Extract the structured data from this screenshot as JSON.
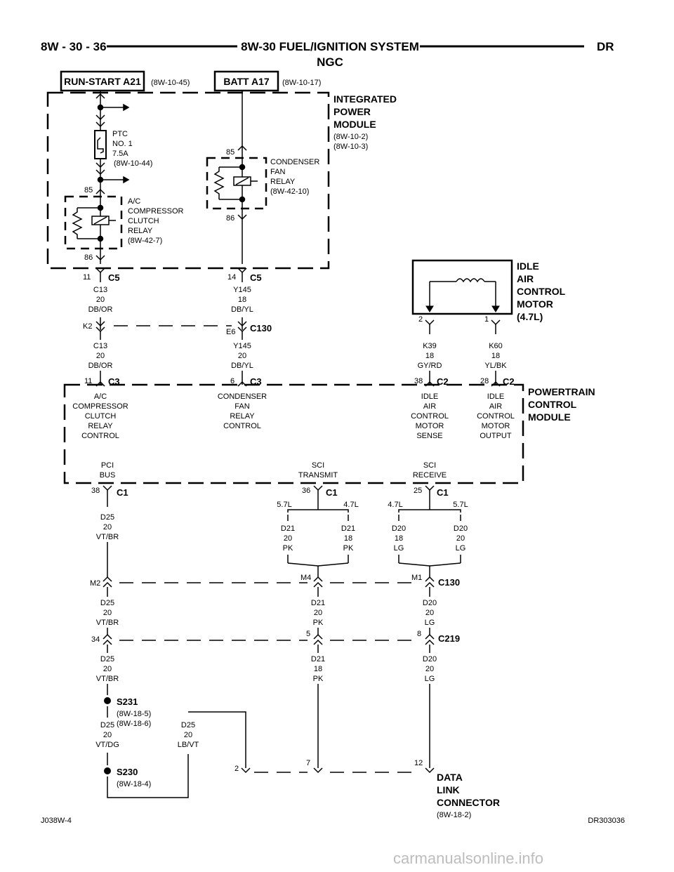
{
  "header": {
    "page": "8W - 30 - 36",
    "title": "8W-30 FUEL/IGNITION SYSTEM",
    "subtitle": "NGC",
    "section": "DR"
  },
  "sources": {
    "run_start": "RUN-START A21",
    "run_start_ref": "(8W-10-45)",
    "batt": "BATT A17",
    "batt_ref": "(8W-10-17)"
  },
  "ipm": {
    "l1": "INTEGRATED",
    "l2": "POWER",
    "l3": "MODULE",
    "ref1": "(8W-10-2)",
    "ref2": "(8W-10-3)"
  },
  "fuse": {
    "l1": "PTC",
    "l2": "NO. 1",
    "l3": "7.5A",
    "ref": "(8W-10-44)"
  },
  "ac_relay": {
    "pin_top": "85",
    "pin_bottom": "86",
    "l1": "A/C",
    "l2": "COMPRESSOR",
    "l3": "CLUTCH",
    "l4": "RELAY",
    "ref": "(8W-42-7)"
  },
  "fan_relay": {
    "pin_top": "85",
    "pin_bottom": "86",
    "l1": "CONDENSER",
    "l2": "FAN",
    "l3": "RELAY",
    "ref": "(8W-42-10)"
  },
  "c5": {
    "pin_a": "11",
    "pin_b": "14",
    "label": "C5"
  },
  "wires": {
    "c13_1": "C13",
    "c13_1g": "20",
    "c13_1c": "DB/OR",
    "y145_1": "Y145",
    "y145_1g": "18",
    "y145_1c": "DB/YL",
    "c13_2": "C13",
    "c13_2g": "20",
    "c13_2c": "DB/OR",
    "y145_2": "Y145",
    "y145_2g": "20",
    "y145_2c": "DB/YL",
    "k39": "K39",
    "k39g": "18",
    "k39c": "GY/RD",
    "k60": "K60",
    "k60g": "18",
    "k60c": "YL/BK",
    "d25_1": "D25",
    "d25_1g": "20",
    "d25_1c": "VT/BR",
    "d21_a": "D21",
    "d21_ag": "20",
    "d21_ac": "PK",
    "d21_b": "D21",
    "d21_bg": "18",
    "d21_bc": "PK",
    "d20_a": "D20",
    "d20_ag": "18",
    "d20_ac": "LG",
    "d20_b": "D20",
    "d20_bg": "20",
    "d20_bc": "LG",
    "d25_2": "D25",
    "d25_2g": "20",
    "d25_2c": "VT/BR",
    "d21_2": "D21",
    "d21_2g": "20",
    "d21_2c": "PK",
    "d20_2": "D20",
    "d20_2g": "20",
    "d20_2c": "LG",
    "d25_3": "D25",
    "d25_3g": "20",
    "d25_3c": "VT/BR",
    "d21_3": "D21",
    "d21_3g": "18",
    "d21_3c": "PK",
    "d20_3": "D20",
    "d20_3g": "20",
    "d20_3c": "LG",
    "d25_4": "D25",
    "d25_4g": "20",
    "d25_4c": "VT/DG",
    "d25_5": "D25",
    "d25_5g": "20",
    "d25_5c": "LB/VT"
  },
  "c130": {
    "pin_k2": "K2",
    "pin_e6": "E6",
    "label": "C130"
  },
  "iac_motor": {
    "l1": "IDLE",
    "l2": "AIR",
    "l3": "CONTROL",
    "l4": "MOTOR",
    "l5": "(4.7L)",
    "pin_2": "2",
    "pin_1": "1"
  },
  "pcm": {
    "l1": "POWERTRAIN",
    "l2": "CONTROL",
    "l3": "MODULE",
    "c3": "C3",
    "c2": "C2",
    "c1": "C1",
    "p11": "11",
    "p6": "6",
    "p38": "38",
    "p28": "28",
    "ac_l1": "A/C",
    "ac_l2": "COMPRESSOR",
    "ac_l3": "CLUTCH",
    "ac_l4": "RELAY",
    "ac_l5": "CONTROL",
    "cf_l1": "CONDENSER",
    "cf_l2": "FAN",
    "cf_l3": "RELAY",
    "cf_l4": "CONTROL",
    "is_l1": "IDLE",
    "is_l2": "AIR",
    "is_l3": "CONTROL",
    "is_l4": "MOTOR",
    "is_l5": "SENSE",
    "io_l1": "IDLE",
    "io_l2": "AIR",
    "io_l3": "CONTROL",
    "io_l4": "MOTOR",
    "io_l5": "OUTPUT",
    "pci_l1": "PCI",
    "pci_l2": "BUS",
    "sct_l1": "SCI",
    "sct_l2": "TRANSMIT",
    "scr_l1": "SCI",
    "scr_l2": "RECEIVE",
    "c1_p38": "38",
    "c1_p36": "36",
    "c1_p25": "25"
  },
  "engine": {
    "e57a": "5.7L",
    "e47a": "4.7L",
    "e47b": "4.7L",
    "e57b": "5.7L"
  },
  "c130b": {
    "m2": "M2",
    "m4": "M4",
    "m1": "M1",
    "label": "C130"
  },
  "c219": {
    "p34": "34",
    "p5": "5",
    "p8": "8",
    "label": "C219"
  },
  "splices": {
    "s231": "S231",
    "s231_ref1": "(8W-18-5)",
    "s231_ref2": "(8W-18-6)",
    "s230": "S230",
    "s230_ref": "(8W-18-4)"
  },
  "dlc": {
    "p2": "2",
    "p7": "7",
    "p12": "12",
    "l1": "DATA",
    "l2": "LINK",
    "l3": "CONNECTOR",
    "ref": "(8W-18-2)"
  },
  "footer": {
    "left": "J038W-4",
    "right": "DR303036",
    "watermark": "carmanualsonline.info"
  }
}
